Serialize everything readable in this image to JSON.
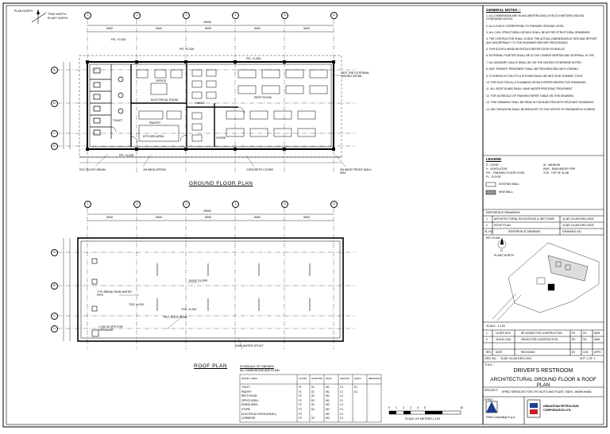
{
  "north": {
    "plan_north_label": "PLAN NORTH",
    "true_north_label": "TRUE NORTH",
    "plant_north_label": "PLANT NORTH"
  },
  "ground_plan": {
    "title": "GROUND FLOOR PLAN",
    "grid_cols": [
      "1",
      "2",
      "3",
      "4",
      "5",
      "6"
    ],
    "grid_rows": [
      "A",
      "B",
      "C",
      "D"
    ],
    "overall_dim": "25000",
    "bay_dims": [
      "5000",
      "5000",
      "5000",
      "5000",
      "5000"
    ],
    "rooms": {
      "toilet": "TOILET",
      "electrical": "ELECTRICAL ROOM",
      "office": "OFFICE",
      "pantry": "PANTRY",
      "dining": "DINING",
      "rest_room": "REST ROOM",
      "kitchen": "KITCHEN AREA",
      "store": "STORE"
    },
    "level_marks": [
      "FFL +0.300",
      "FFL +0.300",
      "FFL +0.300",
      "FFL +0.300"
    ],
    "notes": [
      "SEE THE EXTERNAL PAVING DETAIL",
      "RCC PLINTH BEAM",
      "1M WIDE APRON",
      "CONCRETE COVER",
      "2M WIDE FRONT WALK WAY"
    ]
  },
  "roof_plan": {
    "title": "ROOF PLAN",
    "grid_cols": [
      "1",
      "2",
      "3",
      "4",
      "5",
      "6"
    ],
    "grid_rows": [
      "A",
      "B",
      "C",
      "D"
    ],
    "overall_dim": "25000",
    "bay_dims": [
      "5000",
      "5000",
      "5000",
      "5000",
      "5000"
    ],
    "notes": [
      "TYP. BREAK RAIN WATER PIPE",
      "ROOF SLOPE",
      "RCC ROOF SLAB",
      "1:100 SLOPE FOR DRAINAGE",
      "RAIN WATER SPOUT"
    ],
    "level_marks": [
      "TOS +4.200",
      "TOS +4.200"
    ]
  },
  "schedule": {
    "title": "SCHEDULE OF FINISHES",
    "subtitle": "ALL DIMENSIONS ARE IN MM",
    "headers": [
      "ROOM / AREA",
      "FLOOR",
      "SKIRTING",
      "WALL",
      "CEILING",
      "DADO",
      "REMARKS"
    ],
    "rows": [
      [
        "TOILET",
        "F1",
        "S1",
        "W1",
        "C1",
        "D1",
        "-"
      ],
      [
        "PANTRY",
        "F1",
        "S1",
        "W1",
        "C1",
        "D1",
        "-"
      ],
      [
        "REST ROOM",
        "F2",
        "S2",
        "W2",
        "C1",
        "-",
        "-"
      ],
      [
        "OFFICE AREA",
        "F2",
        "S2",
        "W2",
        "C1",
        "-",
        "-"
      ],
      [
        "DINING AREA",
        "F2",
        "S2",
        "W2",
        "C1",
        "-",
        "-"
      ],
      [
        "STORE",
        "F2",
        "S2",
        "W2",
        "C1",
        "-",
        "-"
      ],
      [
        "ELECTRICAL ROOM (PANEL)",
        "F3",
        "-",
        "W2",
        "C1",
        "-",
        "-"
      ],
      [
        "CORRIDOR",
        "F2",
        "S2",
        "W2",
        "C1",
        "-",
        "-"
      ]
    ]
  },
  "scale_bar": {
    "ticks": [
      "0",
      "1",
      "2",
      "3",
      "4",
      "5",
      "10"
    ],
    "label": "SCALE OF METERS 1:100"
  },
  "general_notes": {
    "title": "GENERAL NOTES :-",
    "items": [
      "1. ALL DIMENSIONS ARE IN MILLIMETERS AND LEVELS IN METERS UNLESS OTHERWISE NOTED.",
      "2. ALL LEVELS CORRESPOND TO FINISHED GROUND LEVEL.",
      "3. ALL CIVIL STRUCTURAL DETAILS SHALL BE AS PER STRUCTURAL DRAWINGS.",
      "4. THE CONTRACTOR SHALL CHECK THE ACTUAL DIMENSIONS AT SITE AND REPORT ANY DISCREPANCY TO THE ENGINEER BEFORE PROCEEDING.",
      "5. FOR DOOR & WINDOW DETAILS REFER DOOR SCHEDULE.",
      "6. EXTERNAL PLASTER SHALL BE 20 THK CEMENT MORTAR AND INTERNAL 15 THK.",
      "7. ALL MASONRY WALLS SHALL BE 230 THK UNLESS OTHERWISE NOTED.",
      "8. ANTI TERMITE TREATMENT SHALL BE PROVIDED BELOW FLOORING.",
      "9. FLOORING IN TOILETS & KITCHEN SHALL BE ANTI SKID CERAMIC TILES.",
      "10. FOR ELECTRICAL & PLUMBING DETAILS REFER RESPECTIVE DRAWINGS.",
      "11. ALL ROOF SLABS SHALL HAVE WATER PROOFING TREATMENT.",
      "12. FOR SCHEDULE OF FINISHES REFER TABLE ON THIS DRAWING.",
      "13. THIS DRAWING SHALL BE READ IN CONJUNCTION WITH RELEVANT DRAWINGS.",
      "14. ANY DEVIATION SHALL BE BROUGHT TO THE NOTICE OF ENGINEER IN CHARGE."
    ]
  },
  "legend": {
    "title": "LEGEND",
    "items": [
      "D - DOOR",
      "W - WINDOW",
      "V - VENTILATOR",
      "RWP - RAIN WATER PIPE",
      "FFL - FINISHED FLOOR LEVEL",
      "TOS - TOP OF SLAB",
      "FL - FLOOR",
      "EXISTING WALL",
      "NEW WALL"
    ]
  },
  "reference": {
    "title": "REFERENCE DRAWINGS",
    "rows": [
      [
        "1",
        "ARCHITECTURAL ELEVATIONS & SECTIONS",
        "11387-19-AR-DRG-0002"
      ],
      [
        "2",
        "ROOF PLAN",
        "11387-19-AR-DRG-0003"
      ]
    ],
    "footer": [
      "SL NO.",
      "REFERENCE DRAWING",
      "DRAWING NO."
    ]
  },
  "key_plan": {
    "title": "KEY PLAN",
    "north": "N",
    "north_label": "PLANT NORTH"
  },
  "scale": "SCALE : 1:100",
  "revisions": {
    "rows": [
      [
        "1",
        "15 SEP 2019",
        "RE-ISSUED FOR CONSTRUCTION",
        "PK",
        "SG",
        "MDR"
      ],
      [
        "0",
        "25 AUG 2019",
        "ISSUED FOR CONSTRUCTION",
        "PK",
        "SG",
        "MDR"
      ]
    ],
    "header": [
      "REV",
      "DATE",
      "REVISIONS",
      "BY",
      "CHK",
      "APPD"
    ],
    "drg_label": "DRG NO. :",
    "drg_no": "11387-19-AR-DRG-0001",
    "sheet": "SHT 1 OF 1"
  },
  "title_block": {
    "title_label": "TITLE :",
    "line1": "DRIVER'S RESTROOM",
    "line2": "ARCHITECTURAL GROUND FLOOR & ROOF PLAN",
    "project_label": "PROJECT :",
    "project": "EPMC SERVICES FOR LPG BOTTLING PLANT, SIDHI, JHARKHAND",
    "epmc_label": "EPMC :",
    "consultant": "RINA Consulting S.p.A.",
    "client_short": "HINDUSTAN PETROLEUM",
    "client_line2": "CORPORATION LTD."
  }
}
